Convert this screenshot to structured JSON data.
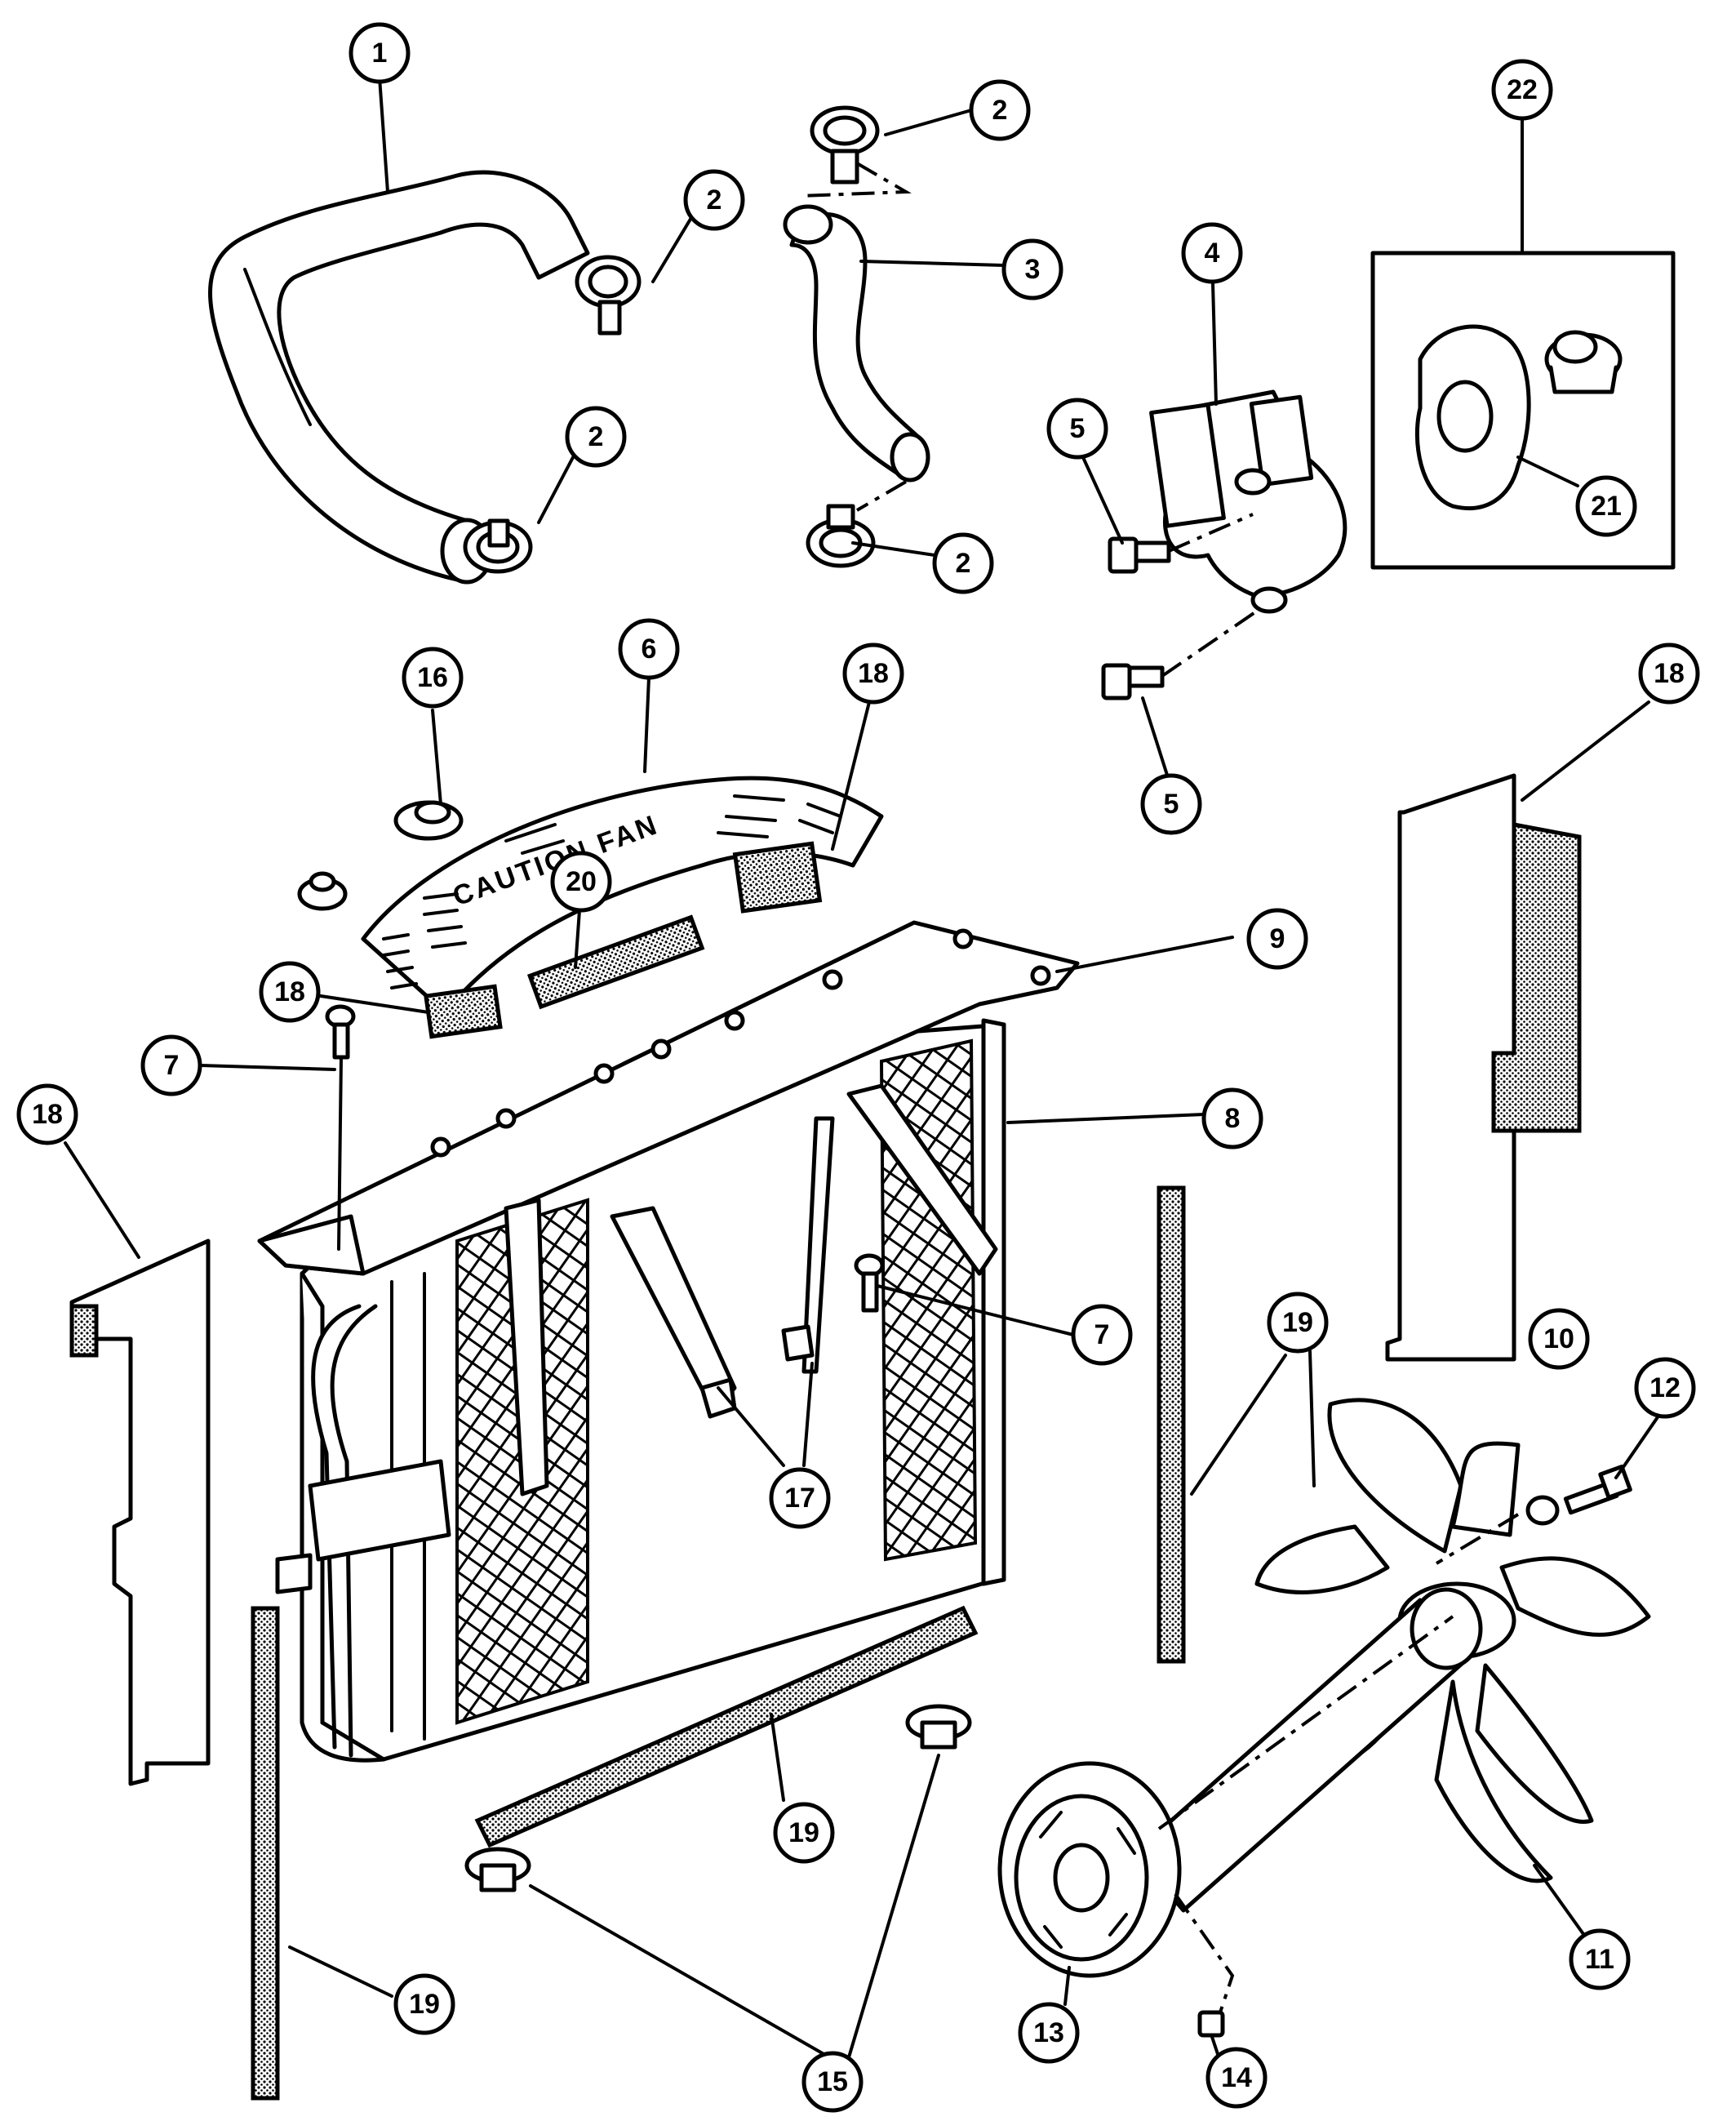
{
  "diagram": {
    "shroud_text": "CAUTION FAN",
    "callouts": [
      {
        "id": "c1",
        "label": "1"
      },
      {
        "id": "c2a",
        "label": "2"
      },
      {
        "id": "c2b",
        "label": "2"
      },
      {
        "id": "c2c",
        "label": "2"
      },
      {
        "id": "c2d",
        "label": "2"
      },
      {
        "id": "c3",
        "label": "3"
      },
      {
        "id": "c4",
        "label": "4"
      },
      {
        "id": "c5a",
        "label": "5"
      },
      {
        "id": "c5b",
        "label": "5"
      },
      {
        "id": "c6",
        "label": "6"
      },
      {
        "id": "c7a",
        "label": "7"
      },
      {
        "id": "c7b",
        "label": "7"
      },
      {
        "id": "c8",
        "label": "8"
      },
      {
        "id": "c9",
        "label": "9"
      },
      {
        "id": "c10",
        "label": "10"
      },
      {
        "id": "c11",
        "label": "11"
      },
      {
        "id": "c12",
        "label": "12"
      },
      {
        "id": "c13",
        "label": "13"
      },
      {
        "id": "c14",
        "label": "14"
      },
      {
        "id": "c15",
        "label": "15"
      },
      {
        "id": "c16",
        "label": "16"
      },
      {
        "id": "c17",
        "label": "17"
      },
      {
        "id": "c18a",
        "label": "18"
      },
      {
        "id": "c18b",
        "label": "18"
      },
      {
        "id": "c18c",
        "label": "18"
      },
      {
        "id": "c18d",
        "label": "18"
      },
      {
        "id": "c19a",
        "label": "19"
      },
      {
        "id": "c19b",
        "label": "19"
      },
      {
        "id": "c19c",
        "label": "19"
      },
      {
        "id": "c20",
        "label": "20"
      },
      {
        "id": "c21",
        "label": "21"
      },
      {
        "id": "c22",
        "label": "22"
      }
    ]
  },
  "colors": {
    "line": "#000000",
    "background": "#ffffff"
  }
}
